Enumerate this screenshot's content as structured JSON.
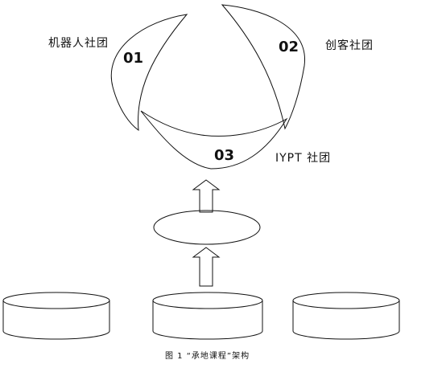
{
  "clubs": [
    {
      "number": "01",
      "name": "机器人社团"
    },
    {
      "number": "02",
      "name": "创客社团"
    },
    {
      "number": "03",
      "name": "IYPT 社团"
    }
  ],
  "caption": "图 1  “承地课程”架构"
}
